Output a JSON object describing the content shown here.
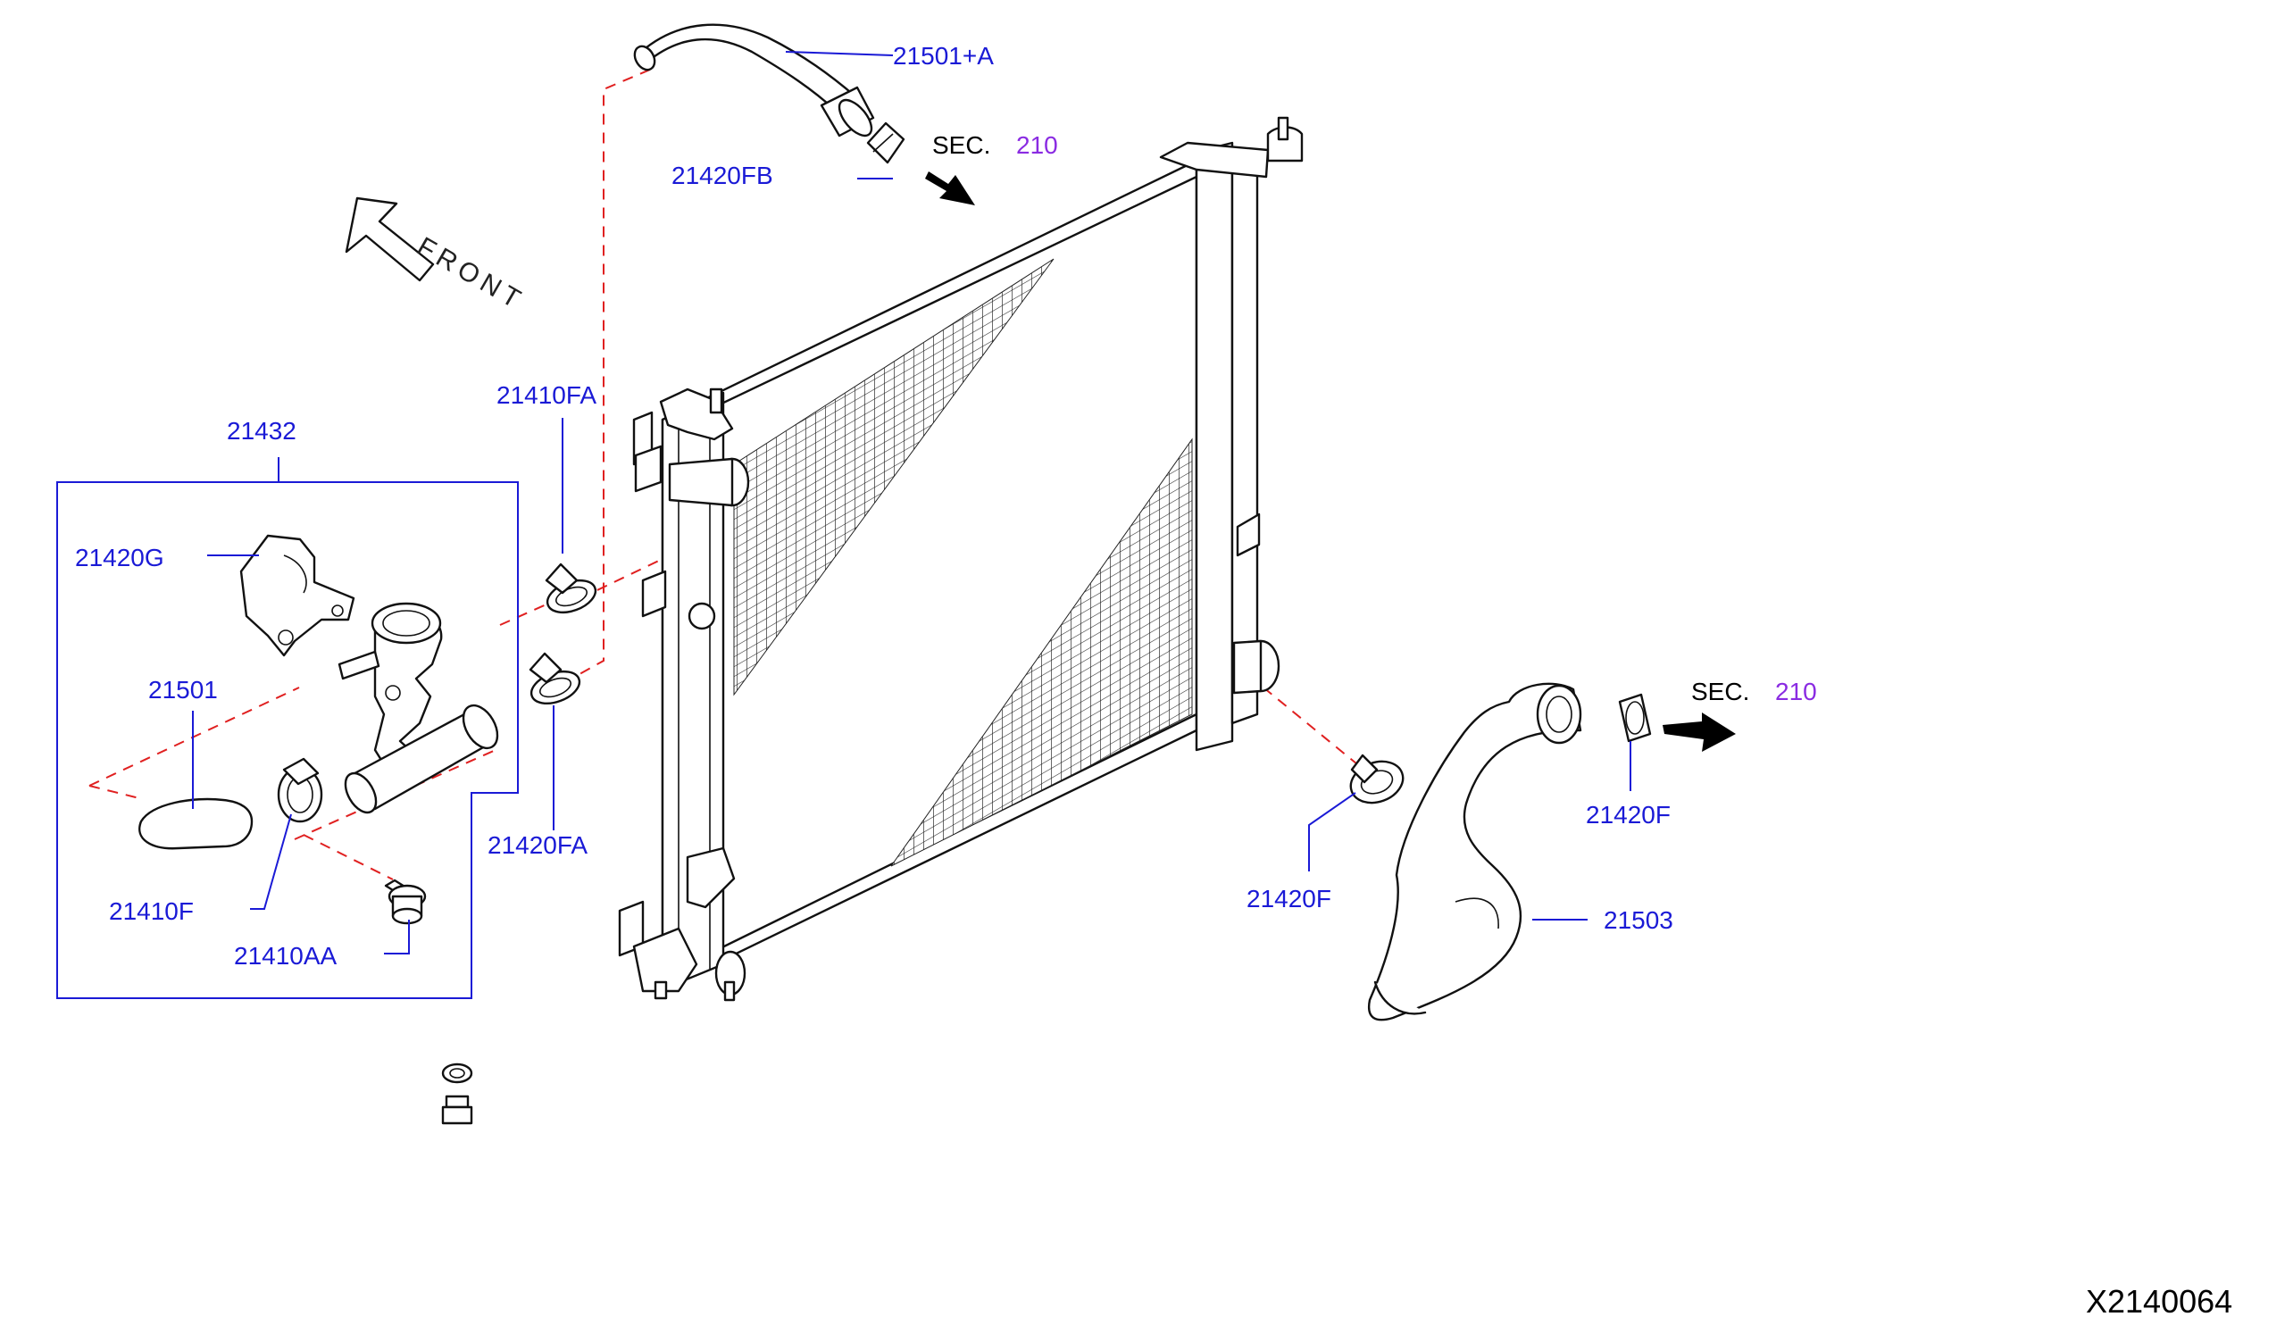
{
  "diagram": {
    "labels": {
      "hose_upper": "21501+A",
      "clamp_upper": "21420FB",
      "sec_upper_prefix": "SEC.",
      "sec_upper_num": "210",
      "front": "FRONT",
      "clip_fa_top": "21410FA",
      "assembly": "21432",
      "bracket": "21420G",
      "hose_small": "21501",
      "clamp_small": "21410F",
      "bolt": "21410AA",
      "clip_fa_bottom": "21420FA",
      "sec_lower_prefix": "SEC.",
      "sec_lower_num": "210",
      "clamp_lower_right": "21420F",
      "clamp_lower_left": "21420F",
      "hose_lower": "21503",
      "reference": "X2140064"
    },
    "colors": {
      "label_blue": "#1a1ad6",
      "section_purple": "#8a2be2",
      "dashed_red": "#e02020",
      "line_black": "#111111"
    }
  }
}
